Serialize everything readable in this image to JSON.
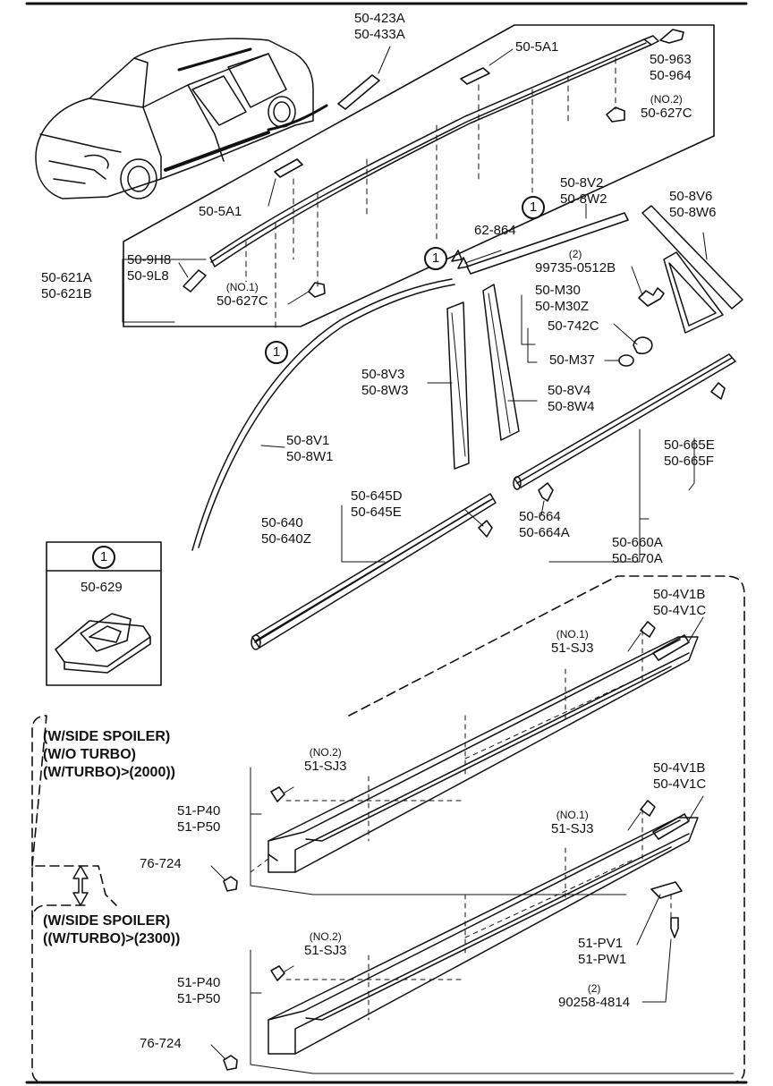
{
  "callout_marker": "1",
  "labels": {
    "p_50_423A": [
      "50-423A",
      "50-433A"
    ],
    "p_50_5A1_top": [
      "50-5A1"
    ],
    "p_50_963": [
      "50-963",
      "50-964"
    ],
    "p_50_627C_no2": [
      "(NO.2)",
      "50-627C"
    ],
    "p_50_5A1_left": [
      "50-5A1"
    ],
    "p_50_9H8": [
      "50-9H8",
      "50-9L8"
    ],
    "p_50_621A": [
      "50-621A",
      "50-621B"
    ],
    "p_50_627C_no1": [
      "(NO.1)",
      "50-627C"
    ],
    "p_50_8V2": [
      "50-8V2",
      "50-8W2"
    ],
    "p_62_864": [
      "62-864"
    ],
    "p_50_8V6": [
      "50-8V6",
      "50-8W6"
    ],
    "p_99735": [
      "(2)",
      "99735-0512B"
    ],
    "p_50_M30": [
      "50-M30",
      "50-M30Z"
    ],
    "p_50_742C": [
      "50-742C"
    ],
    "p_50_M37": [
      "50-M37"
    ],
    "p_50_8V3": [
      "50-8V3",
      "50-8W3"
    ],
    "p_50_8V4": [
      "50-8V4",
      "50-8W4"
    ],
    "p_50_8V1": [
      "50-8V1",
      "50-8W1"
    ],
    "p_50_665E": [
      "50-665E",
      "50-665F"
    ],
    "p_50_645D": [
      "50-645D",
      "50-645E"
    ],
    "p_50_640": [
      "50-640",
      "50-640Z"
    ],
    "p_50_664": [
      "50-664",
      "50-664A"
    ],
    "p_50_660A": [
      "50-660A",
      "50-670A"
    ],
    "p_50_629": [
      "50-629"
    ],
    "p_50_4V1B_a": [
      "50-4V1B",
      "50-4V1C"
    ],
    "p_51_SJ3_no1_a": [
      "(NO.1)",
      "51-SJ3"
    ],
    "p_51_SJ3_no2_a": [
      "(NO.2)",
      "51-SJ3"
    ],
    "p_51_P40_a": [
      "51-P40",
      "51-P50"
    ],
    "p_76_724_a": [
      "76-724"
    ],
    "p_50_4V1B_b": [
      "50-4V1B",
      "50-4V1C"
    ],
    "p_51_SJ3_no1_b": [
      "(NO.1)",
      "51-SJ3"
    ],
    "p_51_SJ3_no2_b": [
      "(NO.2)",
      "51-SJ3"
    ],
    "p_51_P40_b": [
      "51-P40",
      "51-P50"
    ],
    "p_51_PV1": [
      "51-PV1",
      "51-PW1"
    ],
    "p_90258": [
      "(2)",
      "90258-4814"
    ],
    "p_76_724_b": [
      "76-724"
    ]
  },
  "notes": {
    "condition_a": [
      "(W/SIDE SPOILER)",
      "(W/O TURBO)",
      "(W/TURBO)>(2000))"
    ],
    "condition_b": [
      "(W/SIDE SPOILER)",
      "((W/TURBO)>(2300))"
    ]
  }
}
